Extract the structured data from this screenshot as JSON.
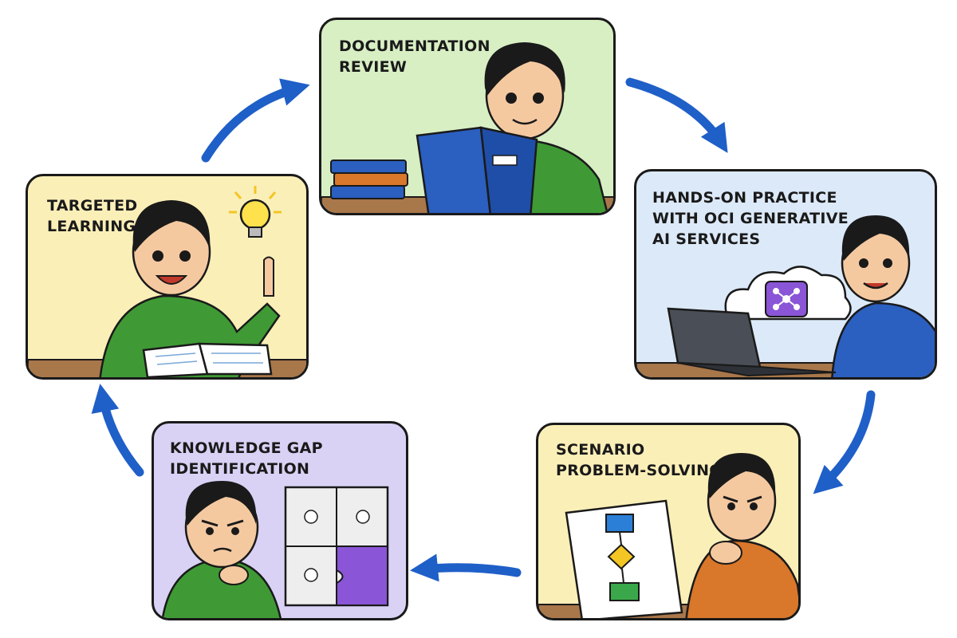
{
  "colors": {
    "outline": "#1a1a1a",
    "arrow": "#1f5fc8",
    "panel_green": "#d8efc4",
    "panel_blue": "#dce9f8",
    "panel_yellow": "#fbefb8",
    "panel_purple": "#d9d2f5",
    "shirt_green": "#3f9a35",
    "hoodie_blue": "#2b5fc0",
    "hoodie_orange": "#d9772a",
    "ai_purple": "#8a55d6"
  },
  "steps": [
    {
      "id": "documentation",
      "lines": [
        "DOCUMENTATION",
        "REVIEW"
      ],
      "icon": "book-icon"
    },
    {
      "id": "hands-on",
      "lines": [
        "HANDS-ON PRACTICE",
        "WITH OCI GENERATIVE",
        "AI SERVICES"
      ],
      "icon": "cloud-icon"
    },
    {
      "id": "scenario",
      "lines": [
        "SCENARIO",
        "PROBLEM-SOLVING"
      ],
      "icon": "flowchart-icon"
    },
    {
      "id": "knowledge-gap",
      "lines": [
        "KNOWLEDGE GAP",
        "IDENTIFICATION"
      ],
      "icon": "puzzle-icon"
    },
    {
      "id": "targeted",
      "lines": [
        "TARGETED",
        "LEARNING"
      ],
      "icon": "lightbulb-icon"
    }
  ]
}
